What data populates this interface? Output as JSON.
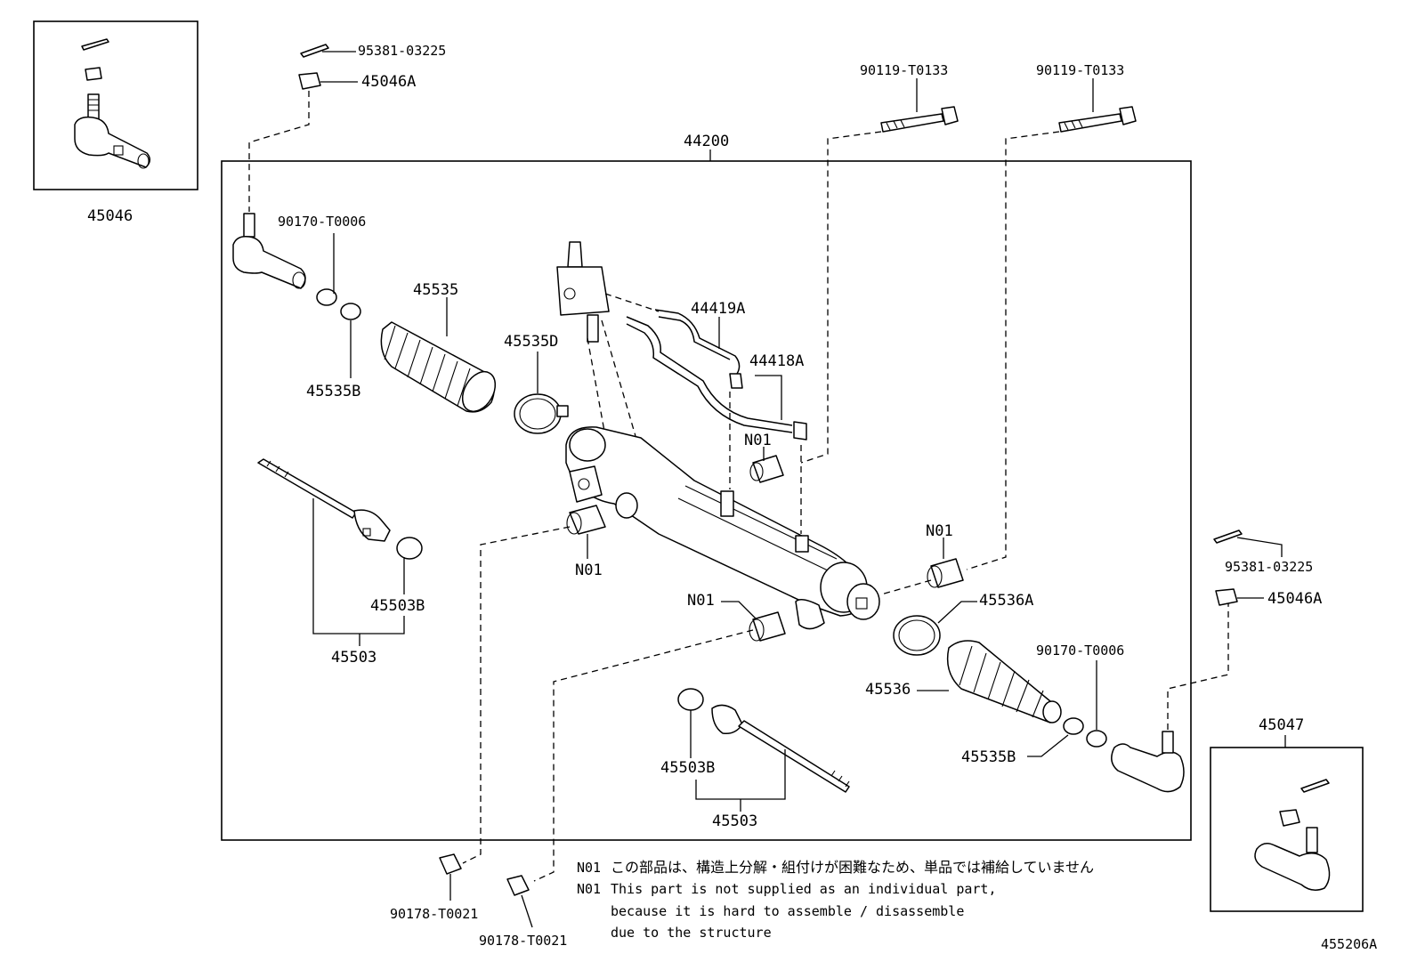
{
  "labels": {
    "l45046": "45046",
    "l95381_top": "95381-03225",
    "l45046a_top": "45046A",
    "l44200": "44200",
    "l90119_a": "90119-T0133",
    "l90119_b": "90119-T0133",
    "l90170_top": "90170-T0006",
    "l45535": "45535",
    "l44419a": "44419A",
    "l45535d": "45535D",
    "l44418a": "44418A",
    "l45535b_top": "45535B",
    "l_n01_a": "N01",
    "l_n01_b": "N01",
    "l_n01_c": "N01",
    "l_n01_d": "N01",
    "l45503b_left": "45503B",
    "l45503_left": "45503",
    "l45536a": "45536A",
    "l95381_right": "95381-03225",
    "l45046a_right": "45046A",
    "l90170_right": "90170-T0006",
    "l45536": "45536",
    "l45535b_right": "45535B",
    "l45047": "45047",
    "l45503b_bottom": "45503B",
    "l45503_bottom": "45503",
    "l90178_a": "90178-T0021",
    "l90178_b": "90178-T0021",
    "diagram_code": "455206A"
  },
  "notes": {
    "jp_code": "N01",
    "jp_text": "この部品は、構造上分解・組付けが困難なため、単品では補給していません",
    "en_code": "N01",
    "en_line1": "This part is not supplied as an individual part,",
    "en_line2": "because it is hard to assemble / disassemble",
    "en_line3": "due to the structure"
  }
}
